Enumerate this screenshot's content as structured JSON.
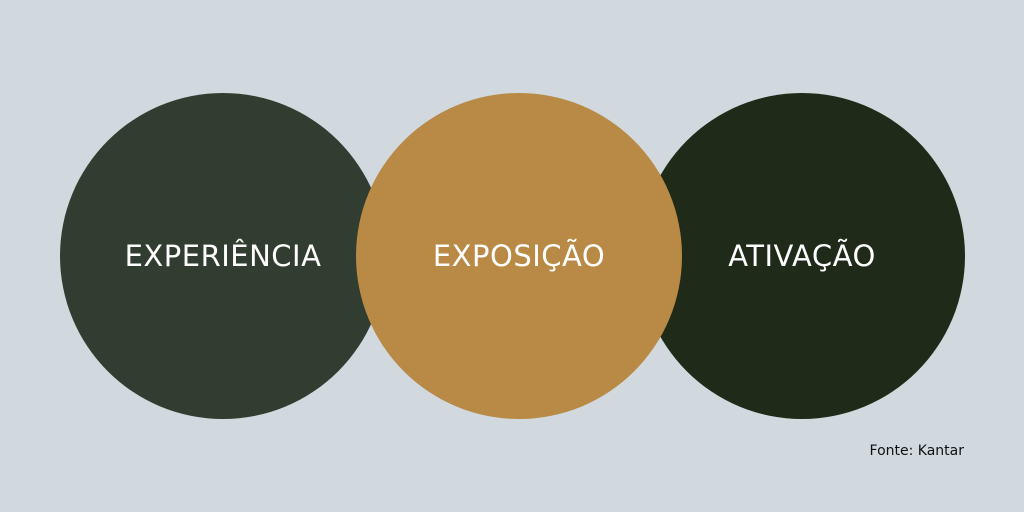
{
  "circles": [
    {
      "label": "EXPERIÊNCIA",
      "color": "#323d32"
    },
    {
      "label": "EXPOSIÇÃO",
      "color": "#b88a45"
    },
    {
      "label": "ATIVAÇÃO",
      "color": "#1f2a19"
    }
  ],
  "source": "Fonte: Kantar"
}
